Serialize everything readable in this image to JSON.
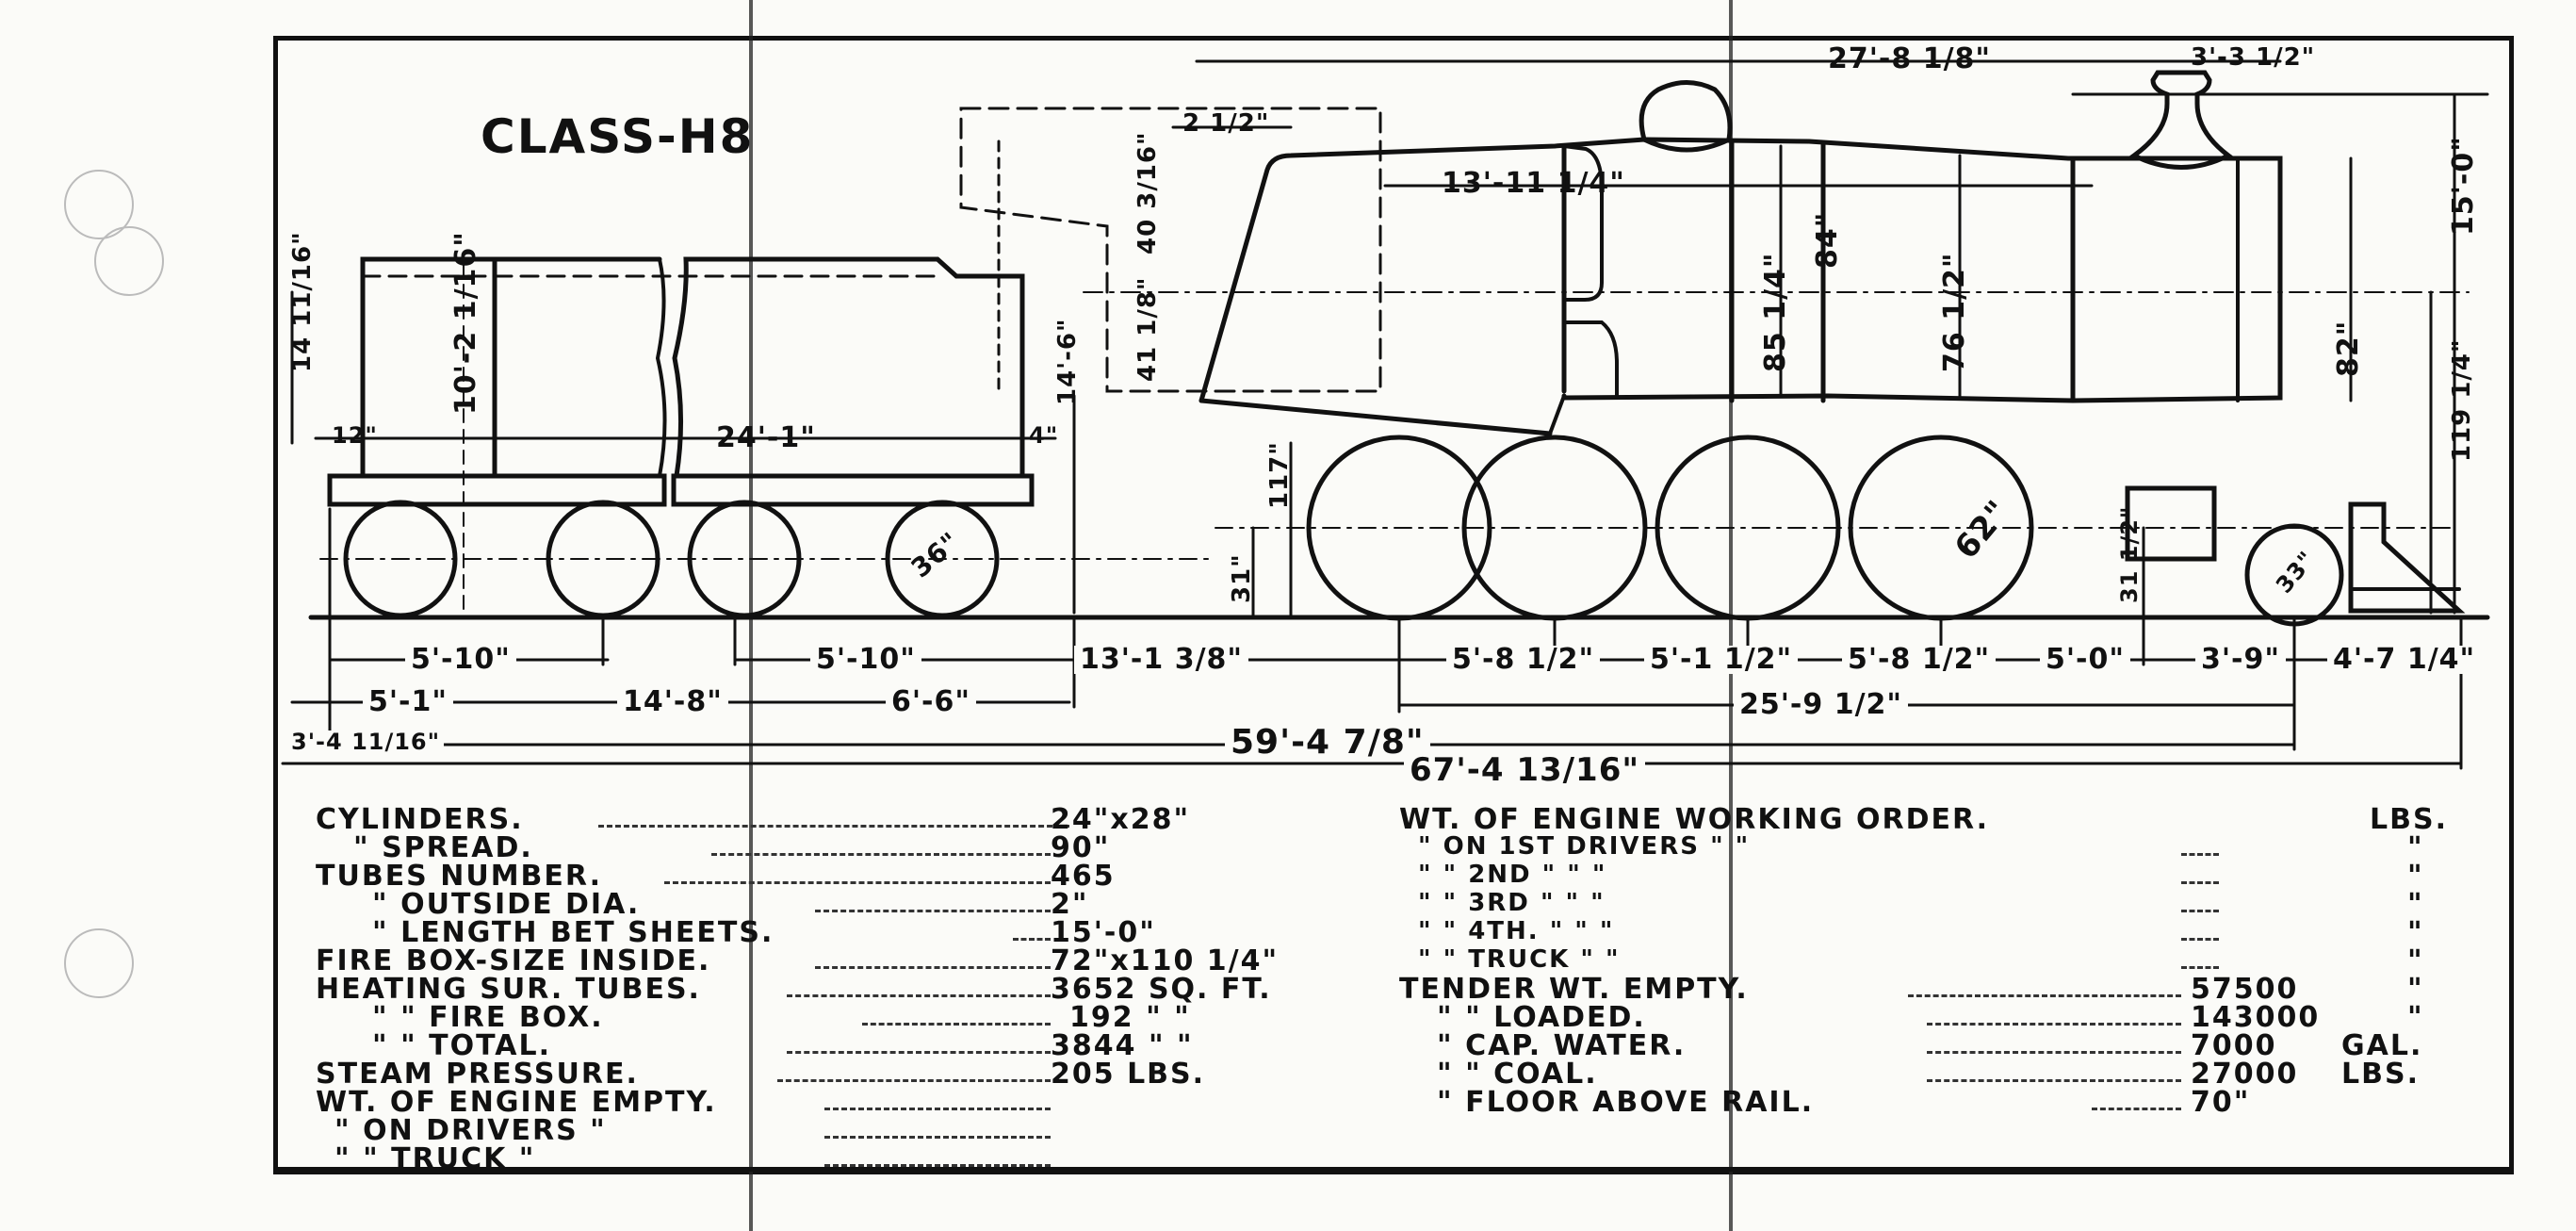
{
  "drawing": {
    "title": "CLASS-H8",
    "top_dims": {
      "overall_boiler": "27'-8 1/8\"",
      "stack_offset": "3'-3 1/2\"",
      "cab_offset": "2 1/2\"",
      "cab_to_dome": "13'-11 1/4\"",
      "height_to_top": "15'-0\""
    },
    "vertical_dims": {
      "tender_coping": "14 11/16\"",
      "tender_height": "10'-2 1/16\"",
      "tender_end_left": "12\"",
      "tender_end_right": "4\"",
      "cab_window": "40 3/16\"",
      "cab_lower": "41 1/8\"",
      "cab_side": "14'-6\"",
      "cab_floor_to_rail": "117\"",
      "wheel_center_height": "31\"",
      "boiler_dia_1": "85 1/4\"",
      "boiler_dia_2": "84\"",
      "boiler_dia_3": "76 1/2\"",
      "smokebox_dia": "82\"",
      "boiler_center": "119 1/4\"",
      "cylinder_center": "31 1/2\""
    },
    "tender_length": "24'-1\"",
    "wheel_labels": {
      "tender_wheel": "36\"",
      "driver": "62\"",
      "pony_truck": "33\""
    },
    "dim_row_1": [
      "5'-10\"",
      "5'-10\"",
      "13'-1 3/8\"",
      "5'-8 1/2\"",
      "5'-1 1/2\"",
      "5'-8 1/2\"",
      "5'-0\"",
      "3'-9\"",
      "4'-7 1/4\""
    ],
    "dim_row_2": [
      "5'-1\"",
      "14'-8\"",
      "6'-6\"",
      "25'-9 1/2\""
    ],
    "dim_row_3": [
      "3'-4 11/16\"",
      "59'-4 7/8\""
    ],
    "dim_row_4": [
      "67'-4 13/16\""
    ]
  },
  "specs_left": [
    {
      "label": "CYLINDERS.",
      "value": "24\"x28\""
    },
    {
      "label": "\"        SPREAD.",
      "value": "90\""
    },
    {
      "label": "TUBES NUMBER.",
      "value": "465"
    },
    {
      "label": "\"     OUTSIDE DIA.",
      "value": "2\""
    },
    {
      "label": "\"     LENGTH BET SHEETS.",
      "value": "15'-0\""
    },
    {
      "label": "FIRE BOX-SIZE INSIDE.",
      "value": "72\"x110 1/4\""
    },
    {
      "label": "HEATING SUR. TUBES.",
      "value": "3652 SQ. FT."
    },
    {
      "label": "\"     \"     FIRE BOX.",
      "value": "192  \"   \""
    },
    {
      "label": "\"     \"     TOTAL.",
      "value": "3844  \"   \""
    },
    {
      "label": "STEAM PRESSURE.",
      "value": "205 LBS."
    },
    {
      "label": "WT. OF ENGINE EMPTY.",
      "value": ""
    },
    {
      "label": "\"  ON DRIVERS       \"",
      "value": ""
    },
    {
      "label": "\"  \"  TRUCK        \"",
      "value": ""
    }
  ],
  "specs_right": [
    {
      "label": "WT. OF ENGINE WORKING ORDER.",
      "value": "",
      "unit": "LBS."
    },
    {
      "label": "\"   ON 1ST DRIVERS      \"      \"",
      "value": "",
      "unit": "\""
    },
    {
      "label": "\"   \"  2ND      \"      \"      \"",
      "value": "",
      "unit": "\""
    },
    {
      "label": "\"   \"  3RD      \"      \"      \"",
      "value": "",
      "unit": "\""
    },
    {
      "label": "\"   \"  4TH.     \"      \"      \"",
      "value": "",
      "unit": "\""
    },
    {
      "label": "\"   \"  TRUCK        \"      \"",
      "value": "",
      "unit": "\""
    },
    {
      "label": "TENDER  WT. EMPTY.",
      "value": "57500",
      "unit": "\""
    },
    {
      "label": "\"        \"  LOADED.",
      "value": "143000",
      "unit": "\""
    },
    {
      "label": "\"      CAP. WATER.",
      "value": "7000",
      "unit": "GAL."
    },
    {
      "label": "\"        \"  COAL.",
      "value": "27000",
      "unit": "LBS."
    },
    {
      "label": "\"      FLOOR ABOVE RAIL.",
      "value": "70\"",
      "unit": ""
    }
  ]
}
